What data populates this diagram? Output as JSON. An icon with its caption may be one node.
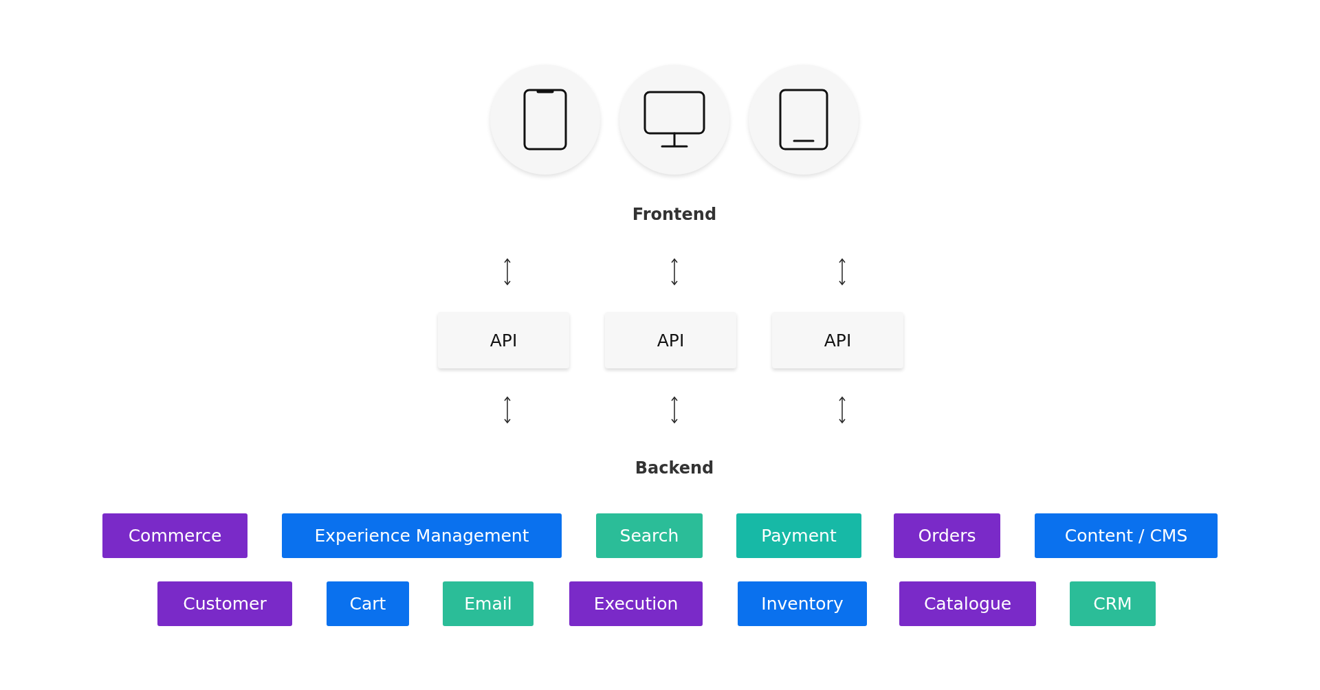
{
  "diagram": {
    "nodes": [
      {
        "text": [],
        "shape": "circle"
      },
      {
        "text": [],
        "shape": "circle"
      },
      {
        "text": [],
        "shape": "circle"
      },
      {
        "text": [
          "API"
        ]
      },
      {
        "text": [
          "API"
        ]
      },
      {
        "text": [
          "API"
        ]
      },
      {
        "text": [
          "Commerce"
        ]
      },
      {
        "text": [
          "Experience Management"
        ]
      },
      {
        "text": [
          "Search"
        ]
      },
      {
        "text": [
          "Payment"
        ]
      },
      {
        "text": [
          "Orders"
        ]
      },
      {
        "text": [
          "Content / CMS"
        ]
      },
      {
        "text": [
          "Customer"
        ]
      },
      {
        "text": [
          "Cart"
        ]
      },
      {
        "text": [
          "Email"
        ]
      },
      {
        "text": [
          "Execution"
        ]
      },
      {
        "text": [
          "Inventory"
        ]
      },
      {
        "text": [
          "Catalogue"
        ]
      },
      {
        "text": [
          "CRM"
        ]
      }
    ],
    "labels": [
      "Frontend",
      "Backend"
    ]
  }
}
